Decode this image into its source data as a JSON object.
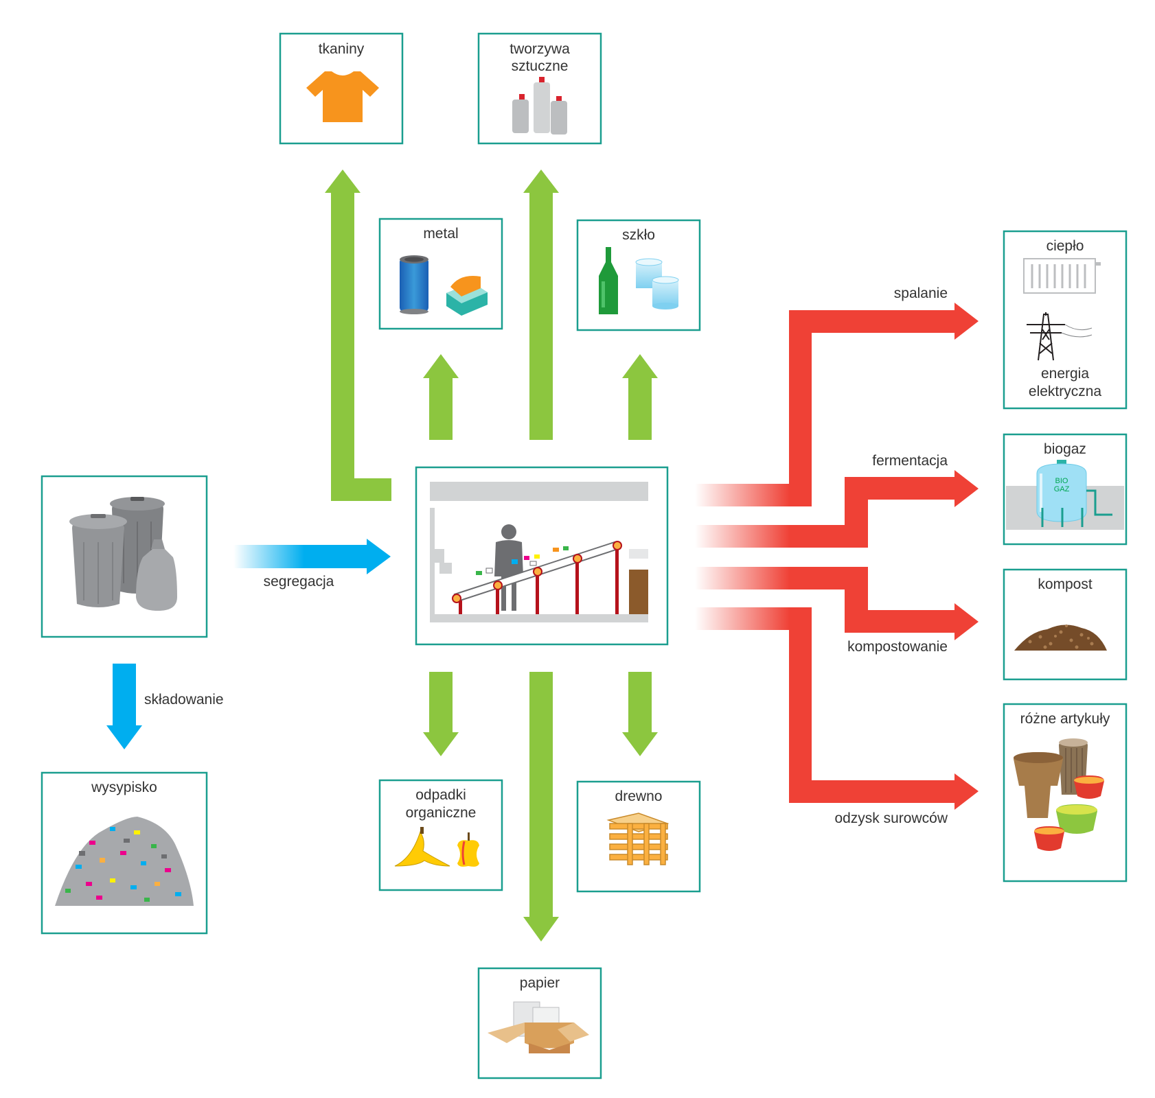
{
  "boxes": {
    "tkaniny": "tkaniny",
    "tworzywa_line1": "tworzywa",
    "tworzywa_line2": "sztuczne",
    "metal": "metal",
    "szklo": "szkło",
    "cieplo": "ciepło",
    "energia_line1": "energia",
    "energia_line2": "elektryczna",
    "biogaz": "biogaz",
    "biogaz_tank_line1": "BIO",
    "biogaz_tank_line2": "GAZ",
    "kompost": "kompost",
    "rozne_artykuly": "różne artykuły",
    "wysypisko": "wysypisko",
    "odpadki_line1": "odpadki",
    "odpadki_line2": "organiczne",
    "drewno": "drewno",
    "papier": "papier"
  },
  "arrows": {
    "segregacja": "segregacja",
    "skladowanie": "składowanie",
    "spalanie": "spalanie",
    "fermentacja": "fermentacja",
    "kompostowanie": "kompostowanie",
    "odzysk": "odzysk surowców"
  },
  "colors": {
    "box_border": "#1a9e8f",
    "green_arrow": "#8cc63f",
    "blue_arrow": "#00aeef",
    "red_arrow": "#ef4136"
  }
}
